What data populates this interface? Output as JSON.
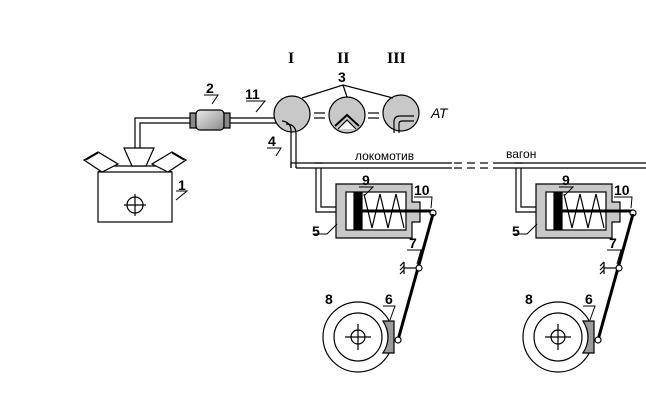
{
  "labels": {
    "n1": "1",
    "n2": "2",
    "n3": "3",
    "n4": "4",
    "n5": "5",
    "n6": "6",
    "n7": "7",
    "n8": "8",
    "n9": "9",
    "n10": "10",
    "n11": "11",
    "n5b": "5",
    "n6b": "6",
    "n7b": "7",
    "n8b": "8",
    "n9b": "9",
    "n10b": "10",
    "r1": "I",
    "r2": "II",
    "r3": "III",
    "at": "АТ",
    "locomotive": "локомотив",
    "wagon": "вагон"
  },
  "colors": {
    "line": "#000000",
    "fill_gray": "#bdbdbd",
    "fill_dark": "#9a9a9a"
  }
}
